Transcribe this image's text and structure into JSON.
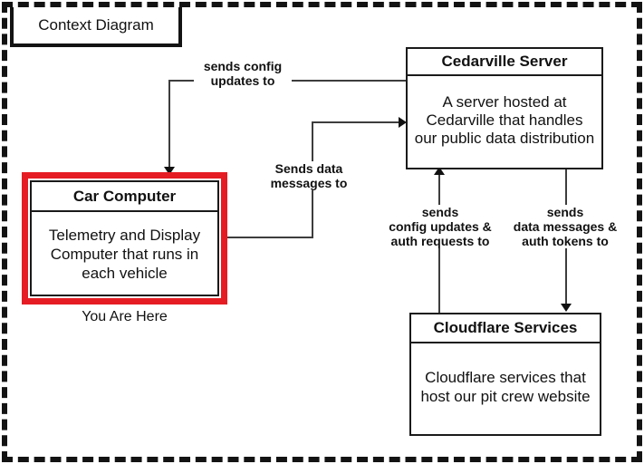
{
  "title": "Context Diagram",
  "colors": {
    "highlight_red": "#e51c23",
    "line": "#3d3d3d",
    "ink": "#111111"
  },
  "nodes": {
    "car_computer": {
      "title": "Car Computer",
      "description": "Telemetry and Display Computer that runs in each vehicle",
      "annotation": "You Are Here"
    },
    "cedarville_server": {
      "title": "Cedarville Server",
      "description": "A server hosted at Cedarville that handles our public data distribution"
    },
    "cloudflare_services": {
      "title": "Cloudflare Services",
      "description": "Cloudflare services that host our pit crew website"
    }
  },
  "connections": {
    "server_to_car": {
      "lines": [
        "sends config",
        "updates to"
      ]
    },
    "car_to_server": {
      "lines": [
        "Sends data",
        "messages to"
      ]
    },
    "cloudflare_to_server": {
      "lines": [
        "sends",
        "config updates &",
        "auth requests to"
      ]
    },
    "server_to_cloudflare": {
      "lines": [
        "sends",
        "data messages &",
        "auth tokens to"
      ]
    }
  }
}
